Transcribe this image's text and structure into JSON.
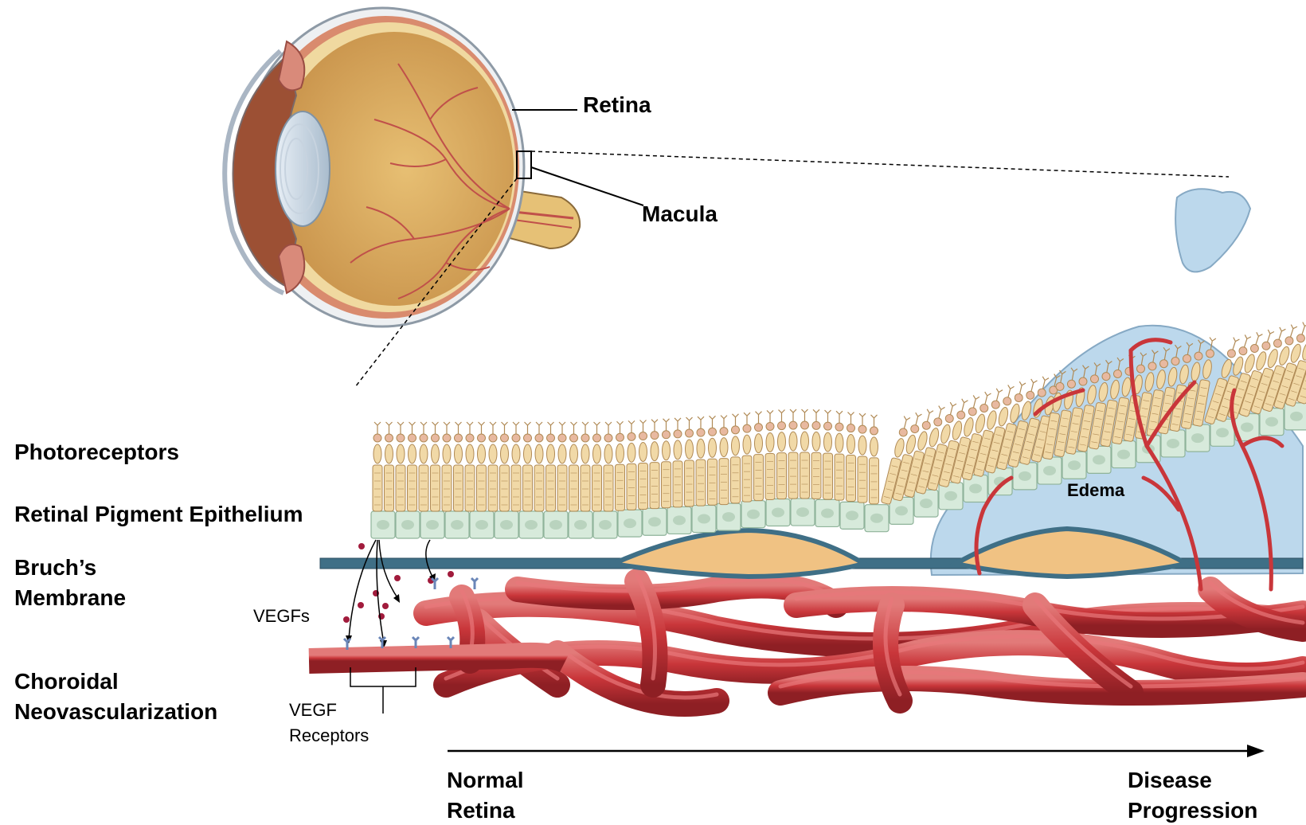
{
  "labels": {
    "retina": "Retina",
    "macula": "Macula",
    "edema": "Edema",
    "photoreceptors": "Photoreceptors",
    "rpe": "Retinal Pigment Epithelium",
    "bruchs_line1": "Bruch’s",
    "bruchs_line2": "Membrane",
    "vegfs": "VEGFs",
    "cnv_line1": "Choroidal",
    "cnv_line2": "Neovascularization",
    "vegf_receptors_line1": "VEGF",
    "vegf_receptors_line2": "Receptors",
    "normal_line1": "Normal",
    "normal_line2": "Retina",
    "disease_line1": "Disease",
    "disease_line2": "Progression"
  },
  "colors": {
    "photoreceptor_fill": "#f1d9a7",
    "photoreceptor_stroke": "#b08a55",
    "rpe_fill": "#d7eadb",
    "rpe_stroke": "#8fb39a",
    "bruchs_membrane": "#3f6f86",
    "drusen_fill": "#f0c283",
    "vessel": "#c9363a",
    "vessel_highlight": "#e8787a",
    "edema_fill": "#b9d6ea",
    "eye_globe": "#d9aa5a",
    "vegf_dot": "#a11b3c",
    "receptor": "#6a86b8"
  }
}
